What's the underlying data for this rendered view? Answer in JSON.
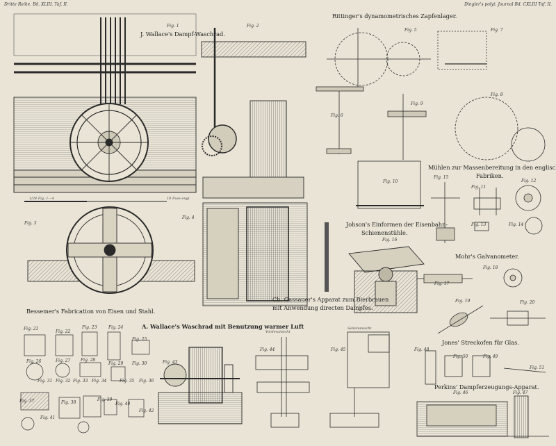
{
  "header": {
    "left": "Dritte Reihe. Bd. XLIII. Taf. II.",
    "right": "Dingler's polyt. Journal Bd. CXLIII Taf. II."
  },
  "titles": {
    "wallace_steam_wheel": "J. Wallace's Dampf-Waschrad.",
    "rittinger": "Rittinger's dynamometrisches Zapfenlager.",
    "muehlen_line1": "Mühlen zur Massenbereitung in den englischen Steingut-",
    "muehlen_line2": "Fabriken.",
    "johnson_line1": "Johson's Einformen der Eisenbahn-",
    "johnson_line2": "Schienenstühle.",
    "mohr": "Mohr's Galvanometer.",
    "bessemer": "Bessemer's Fabrication von Eisen und Stahl.",
    "wallace_warm_air": "A. Wallace's Waschrad mit Benutzung warmer Luft",
    "gassauer_line1": "Ch. Gassauer's Apparat zum Bierbrauen",
    "gassauer_line2": "mit Anwendung directen Dampfes.",
    "jones": "Jones' Streckofen für Glas.",
    "perkins": "Perkins' Dampferzeugungs-Apparat."
  },
  "scale_text": {
    "left": "1/24 Fig. 1—4",
    "right": "10 Fuss engl."
  },
  "side_labels": {
    "vorderansicht": "Vorderansicht",
    "seitenansicht": "Seitenansicht"
  },
  "figures": {
    "f1": "Fig. 1",
    "f2": "Fig. 2",
    "f3": "Fig. 3",
    "f4": "Fig. 4",
    "f5": "Fig. 5",
    "f6": "Fig. 6",
    "f7": "Fig. 7",
    "f8": "Fig. 8",
    "f9": "Fig. 9",
    "f10": "Fig. 10",
    "f11": "Fig. 11",
    "f12": "Fig. 12",
    "f13": "Fig. 13",
    "f14": "Fig. 14",
    "f15": "Fig. 15",
    "f16": "Fig. 16",
    "f17": "Fig. 17",
    "f18": "Fig. 18",
    "f19": "Fig. 19",
    "f20": "Fig. 20",
    "f21": "Fig. 21",
    "f22": "Fig. 22",
    "f23": "Fig. 23",
    "f24": "Fig. 24",
    "f25": "Fig. 25",
    "f26": "Fig. 26",
    "f27": "Fig. 27",
    "f28": "Fig. 28",
    "f29": "Fig. 29",
    "f30": "Fig. 30",
    "f31": "Fig. 31",
    "f32": "Fig. 32",
    "f33": "Fig. 33",
    "f34": "Fig. 34",
    "f35": "Fig. 35",
    "f36": "Fig. 36",
    "f37": "Fig. 37",
    "f38": "Fig. 38",
    "f39": "Fig. 39",
    "f40": "Fig. 40",
    "f41": "Fig. 41",
    "f42": "Fig. 42",
    "f43": "Fig. 43",
    "f44": "Fig. 44",
    "f45": "Fig. 45",
    "f46": "Fig. 46",
    "f47": "Fig. 47",
    "f48": "Fig. 48",
    "f49": "Fig. 49",
    "f50": "Fig. 50",
    "f51": "Fig. 51"
  },
  "palette": {
    "paper": "#e9e4d6",
    "ink": "#2a2a2a",
    "hatch": "#6f6b62"
  }
}
